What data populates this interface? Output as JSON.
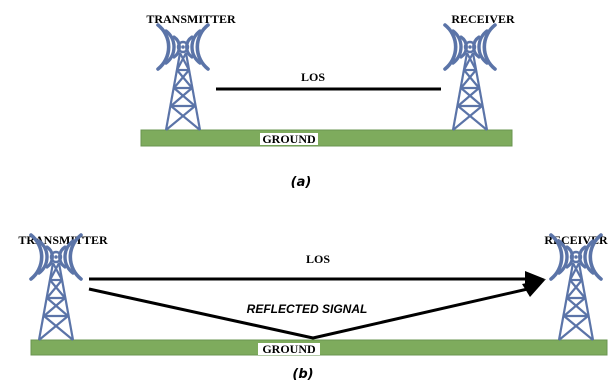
{
  "diagram_a": {
    "transmitter_label": "TRANSMITTER",
    "receiver_label": "RECEIVER",
    "los_label": "LOS",
    "ground_label": "GROUND",
    "caption": "(a)"
  },
  "diagram_b": {
    "transmitter_label": "TRANSMITTER",
    "receiver_label": "RECEIVER",
    "los_label": "LOS",
    "reflected_label": "REFLECTED SIGNAL",
    "ground_label": "GROUND",
    "caption": "(b)"
  },
  "colors": {
    "tower": "#5b74a8",
    "ground": "#7eab5d",
    "ground_border": "#6a9450",
    "line": "#000000"
  },
  "icons": [
    "radio-tower-icon",
    "arrow-head-icon"
  ]
}
